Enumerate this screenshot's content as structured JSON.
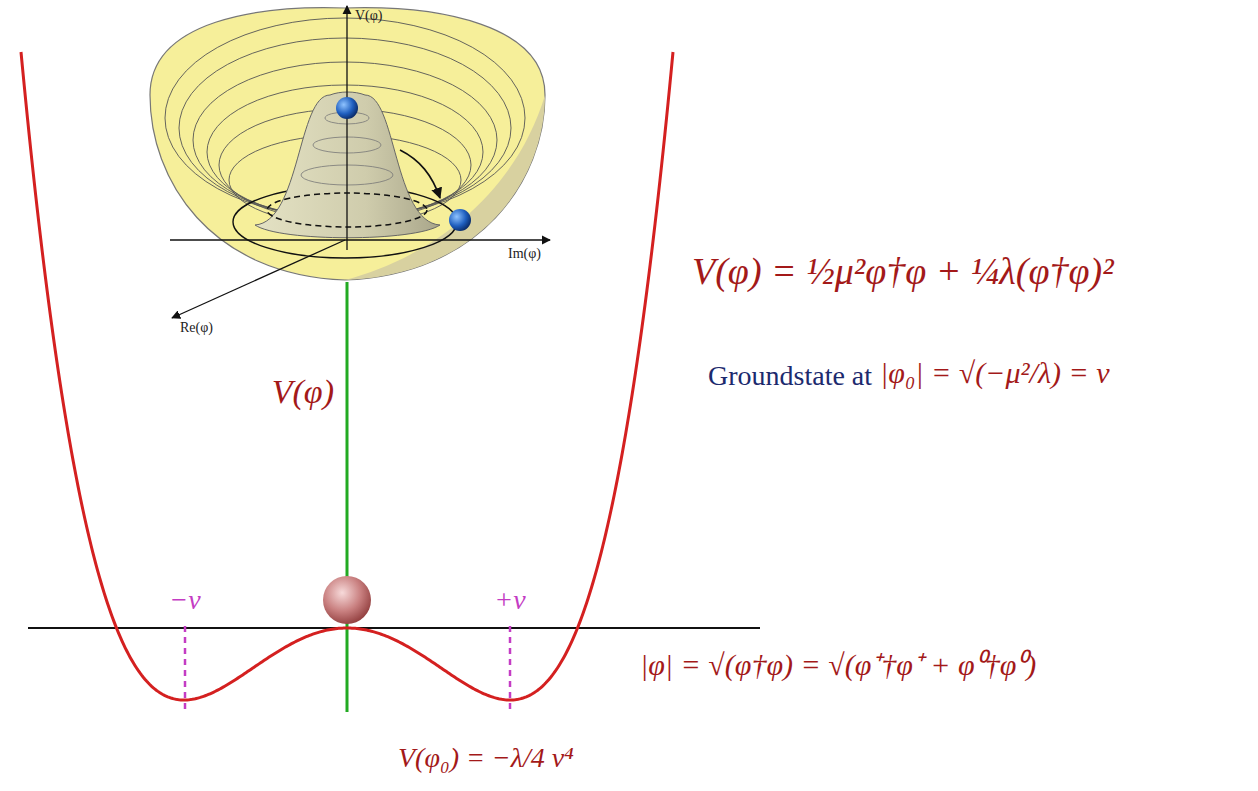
{
  "diagram": {
    "labels": [
      "V(φ)",
      "Im(φ)",
      "Re(φ)",
      "V(φ) = ½μ²φ†φ + ¼λ(φ†φ)²",
      "V(φ)",
      "Groundstate at",
      "|φ₀| = √(−μ²/λ) = v",
      "−v",
      "+v",
      "|φ| = √(φ†φ) = √(φ⁺†φ⁺ + φ⁰†φ⁰)",
      "V(φ₀) = −λ/4 v⁴"
    ]
  }
}
